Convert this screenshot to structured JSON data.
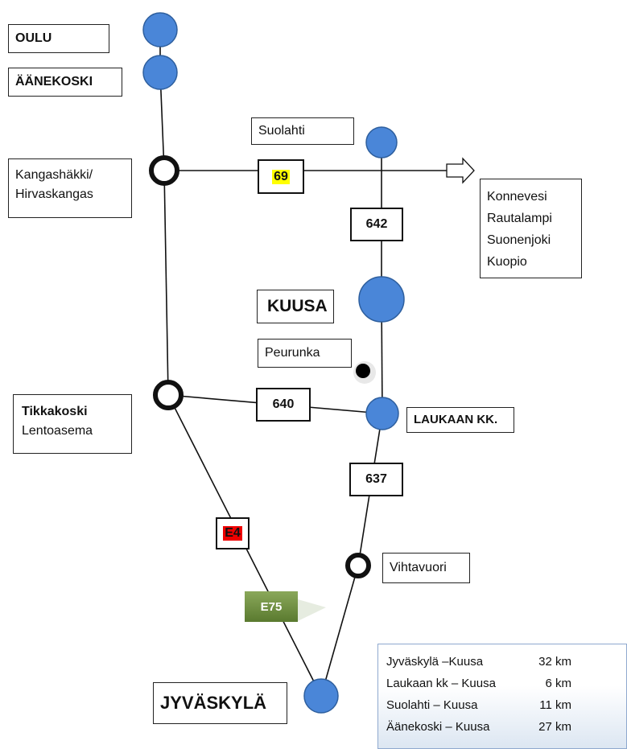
{
  "places": {
    "oulu": "OULU",
    "aanekoski": "ÄÄNEKOSKI",
    "suolahti": "Suolahti",
    "kangashakki_line1": "Kangashäkki/",
    "kangashakki_line2": "Hirvaskangas",
    "destinations": [
      "Konnevesi",
      "Rautalampi",
      "Suonenjoki",
      "Kuopio"
    ],
    "kuusa": "KUUSA",
    "peurunka": "Peurunka",
    "tikkakoski": "Tikkakoski",
    "lentoasema": "Lentoasema",
    "laukaan_kk": "LAUKAAN KK.",
    "vihtavuori": "Vihtavuori",
    "jyvaskyla": "JYVÄSKYLÄ"
  },
  "roads": {
    "r69": "69",
    "r642": "642",
    "r640": "640",
    "r637": "637",
    "e4": "E4",
    "e75": "E75"
  },
  "distances": [
    {
      "route": "Jyväskylä –Kuusa",
      "km": "32 km"
    },
    {
      "route": "Laukaan kk – Kuusa",
      "km": "6 km"
    },
    {
      "route": "Suolahti – Kuusa",
      "km": "11 km"
    },
    {
      "route": "Äänekoski – Kuusa",
      "km": "27 km"
    }
  ],
  "colors": {
    "city_node": "#4a86d8",
    "city_node_stroke": "#2e5f9e",
    "junction_ring": "#111111",
    "highlight_69": "#ffff00",
    "highlight_e4": "#ee0000",
    "e75_sign": "#6b8e3a"
  }
}
